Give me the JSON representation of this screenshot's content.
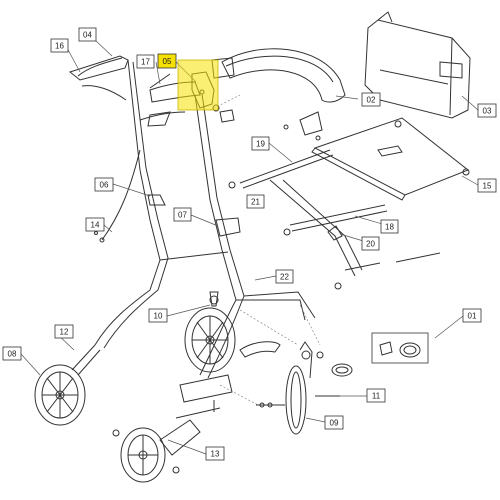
{
  "diagram": {
    "parts": [
      {
        "id": "01",
        "label": "01"
      },
      {
        "id": "02",
        "label": "02"
      },
      {
        "id": "03",
        "label": "03"
      },
      {
        "id": "04",
        "label": "04"
      },
      {
        "id": "05",
        "label": "05",
        "highlight": "#f5e000"
      },
      {
        "id": "06",
        "label": "06"
      },
      {
        "id": "07",
        "label": "07"
      },
      {
        "id": "08",
        "label": "08"
      },
      {
        "id": "09",
        "label": "09"
      },
      {
        "id": "10",
        "label": "10"
      },
      {
        "id": "11",
        "label": "11"
      },
      {
        "id": "12",
        "label": "12"
      },
      {
        "id": "13",
        "label": "13"
      },
      {
        "id": "14",
        "label": "14"
      },
      {
        "id": "15",
        "label": "15"
      },
      {
        "id": "16",
        "label": "16"
      },
      {
        "id": "17",
        "label": "17"
      },
      {
        "id": "18",
        "label": "18"
      },
      {
        "id": "19",
        "label": "19"
      },
      {
        "id": "20",
        "label": "20"
      },
      {
        "id": "21",
        "label": "21"
      },
      {
        "id": "22",
        "label": "22"
      }
    ]
  }
}
